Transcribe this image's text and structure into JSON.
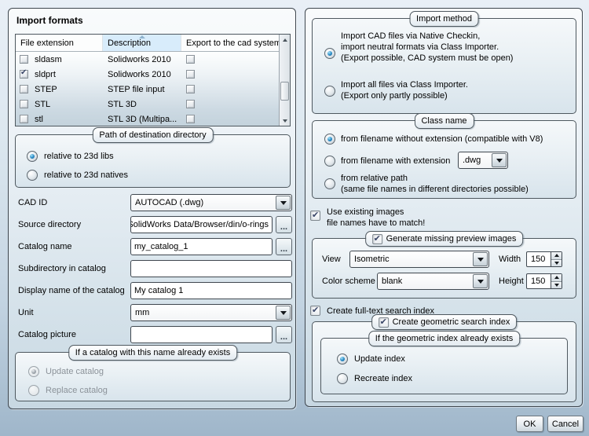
{
  "colors": {
    "dialog_bg_top": "#e9eff6",
    "dialog_bg_bottom": "#9fb6ca",
    "panel_border": "#3e464e",
    "radio_selected_dot": "#1d7ab5",
    "checkmark": "#3a4668",
    "sorted_header_bg": "#d8ecfb"
  },
  "browse_label": "...",
  "buttons": {
    "ok": "OK",
    "cancel": "Cancel"
  },
  "left_panel": {
    "title": "Import formats",
    "table": {
      "headers": [
        "File extension",
        "Description",
        "Export to the cad system"
      ],
      "rows": [
        {
          "ext": "sldasm",
          "desc": "Solidworks 2010",
          "checked": false,
          "export_checked": false
        },
        {
          "ext": "sldprt",
          "desc": "Solidworks 2010",
          "checked": true,
          "export_checked": false
        },
        {
          "ext": "STEP",
          "desc": "STEP file input",
          "checked": false,
          "export_checked": false
        },
        {
          "ext": "STL",
          "desc": "STL 3D",
          "checked": false,
          "export_checked": false
        },
        {
          "ext": "stl",
          "desc": "STL 3D (Multipa...",
          "checked": false,
          "export_checked": false
        }
      ],
      "sorted_column": "Description"
    },
    "path_group": {
      "title": "Path of destination directory",
      "option1": "relative to 23d libs",
      "option2": "relative to 23d natives",
      "selected": "relative to 23d libs"
    },
    "fields": {
      "cad_id": {
        "label": "CAD ID",
        "value": "AUTOCAD (.dwg)"
      },
      "source_directory": {
        "label": "Source directory",
        "value": "SolidWorks Data/Browser/din/o-rings"
      },
      "catalog_name": {
        "label": "Catalog name",
        "value": "my_catalog_1"
      },
      "subdirectory": {
        "label": "Subdirectory in catalog",
        "value": ""
      },
      "display_name": {
        "label": "Display name of the catalog",
        "value": "My catalog 1"
      },
      "unit": {
        "label": "Unit",
        "value": "mm"
      },
      "catalog_picture": {
        "label": "Catalog picture",
        "value": ""
      }
    },
    "exists_group": {
      "title": "If a catalog with this name already exists",
      "option1": "Update catalog",
      "option2": "Replace catalog",
      "selected": "Update catalog",
      "disabled": true
    }
  },
  "right_panel": {
    "import_method": {
      "title": "Import method",
      "option1_line1": "Import CAD files via Native Checkin,",
      "option1_line2": "import neutral formats via Class Importer.",
      "option1_line3": "(Export possible, CAD system must be open)",
      "option2_line1": "Import all files via Class Importer.",
      "option2_line2": "(Export only partly possible)",
      "selected": "option1"
    },
    "class_name": {
      "title": "Class name",
      "option1": "from filename without extension (compatible with V8)",
      "option2": "from filename with extension",
      "option2_extension": ".dwg",
      "option3_line1": "from relative path",
      "option3_line2": "(same file names in different directories possible)",
      "selected": "option1"
    },
    "use_existing_images": {
      "line1": "Use existing images",
      "line2": "file names have to match!",
      "checked": true
    },
    "preview_group": {
      "title": "Generate missing preview images",
      "checked": true,
      "view_label": "View",
      "view_value": "Isometric",
      "width_label": "Width",
      "width_value": "150",
      "color_scheme_label": "Color scheme",
      "color_scheme_value": "blank",
      "height_label": "Height",
      "height_value": "150"
    },
    "fulltext_checkbox": {
      "label": "Create full-text search index",
      "checked": true
    },
    "geometric_group": {
      "title": "Create geometric search index",
      "checked": true,
      "inner": {
        "title": "If the geometric index already exists",
        "option1": "Update index",
        "option2": "Recreate index",
        "selected": "Update index"
      }
    }
  }
}
